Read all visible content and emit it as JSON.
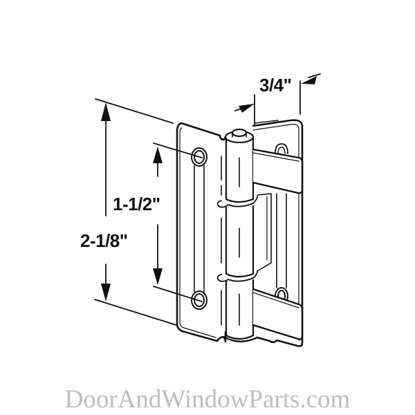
{
  "diagram": {
    "subject": "Folding door hinge",
    "dimensions": {
      "width": "3/4\"",
      "hole_spacing": "1-1/2\"",
      "overall_height": "2-1/8\""
    },
    "colors": {
      "line": "#111111",
      "background": "#ffffff",
      "watermark": "#bdbdbd"
    }
  },
  "watermark": {
    "text": "DoorAndWindowParts.com"
  }
}
